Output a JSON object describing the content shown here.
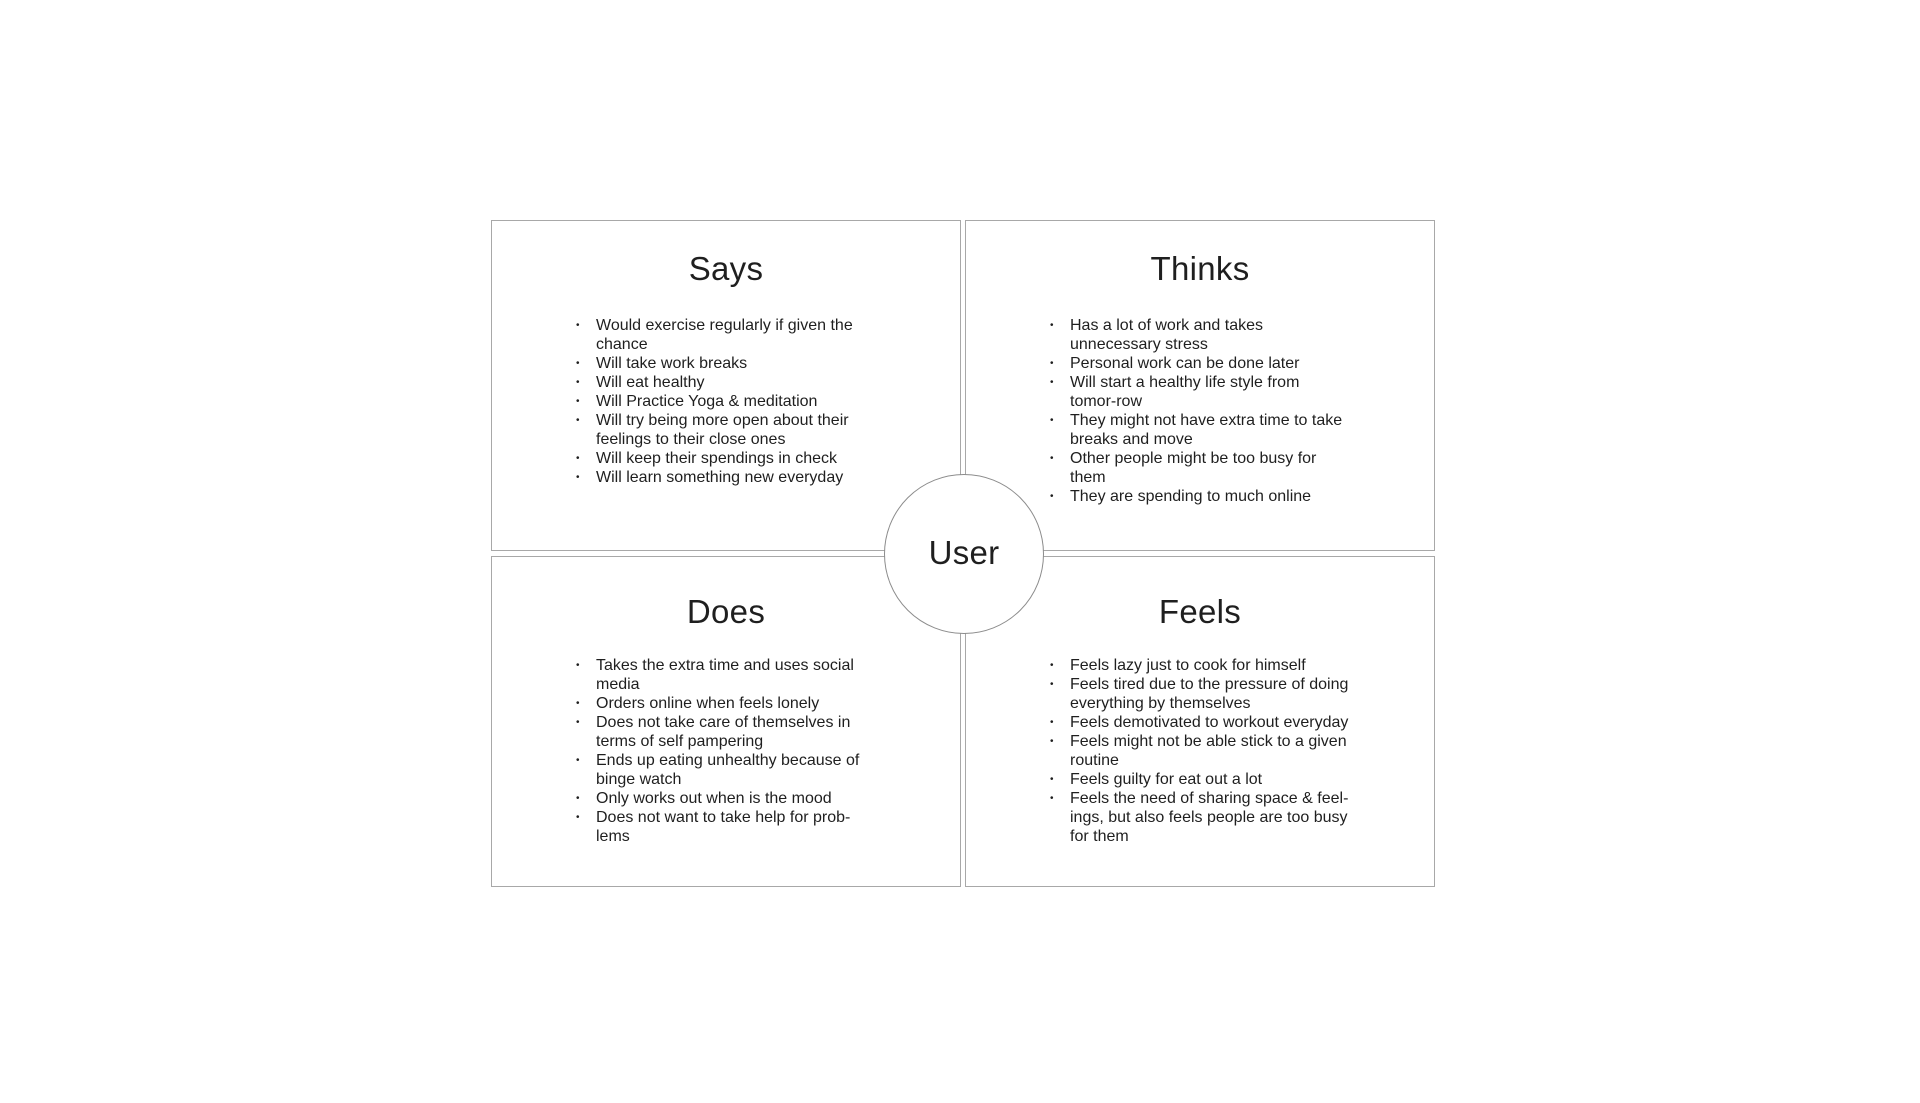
{
  "center": {
    "label": "User"
  },
  "says": {
    "title": "Says",
    "items": [
      "Would exercise regularly if given the chance",
      "Will take work breaks",
      "Will eat healthy",
      "Will Practice Yoga & meditation",
      "Will try being more open about their feelings to their close ones",
      "Will keep their spendings in check",
      "Will learn something new everyday"
    ]
  },
  "thinks": {
    "title": "Thinks",
    "items": [
      "Has a lot of work and takes unnecessary stress",
      "Personal work can be done later",
      "Will start a healthy life style from tomor-row",
      "They might not have extra time to take breaks and move",
      "Other people might be too busy for them",
      "They are spending to much online"
    ]
  },
  "does": {
    "title": "Does",
    "items": [
      "Takes the extra time and uses social media",
      "Orders online when feels lonely",
      "Does not take care of themselves in terms of self pampering",
      "Ends up eating unhealthy because of binge watch",
      "Only works out when is the mood",
      "Does not want to take help for prob-lems"
    ]
  },
  "feels": {
    "title": "Feels",
    "items": [
      "Feels lazy just to cook for himself",
      "Feels tired due to the pressure of doing everything by themselves",
      "Feels demotivated to workout everyday",
      "Feels might not be able stick to a given routine",
      "Feels guilty for eat out a lot",
      "Feels the need of sharing space & feel-ings, but also feels people are too busy for them"
    ]
  }
}
